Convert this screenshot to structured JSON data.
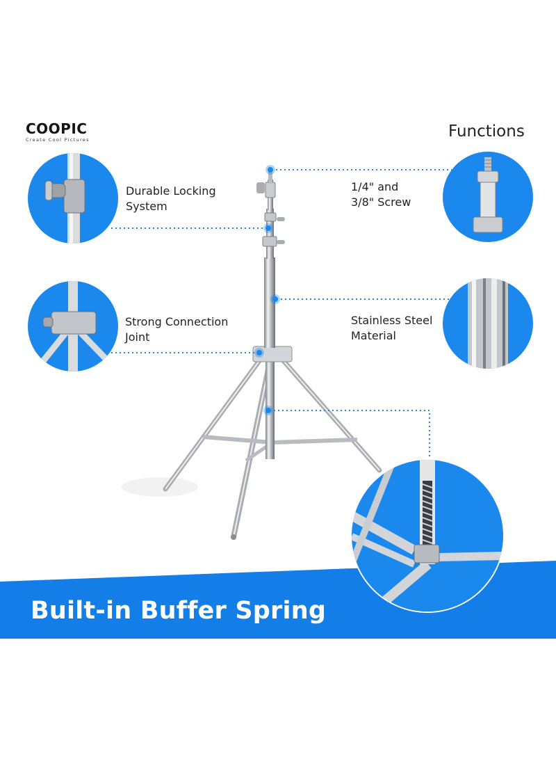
{
  "brand": {
    "name": "COOPIC",
    "tagline": "Create Cool Pictures"
  },
  "section_title": "Functions",
  "features": {
    "locking": {
      "line1": "Durable Locking",
      "line2": "System"
    },
    "screw": {
      "line1": "1/4\" and",
      "line2": "3/8\" Screw"
    },
    "joint": {
      "line1": "Strong Connection",
      "line2": "Joint"
    },
    "steel": {
      "line1": "Stainless Steel",
      "line2": "Material"
    }
  },
  "banner": {
    "text": "Built-in Buffer Spring"
  },
  "colors": {
    "accent_blue": "#1a88ec",
    "banner_blue": "#137de8",
    "leader_line": "#2b86c9",
    "steel": "#c9ccd0"
  },
  "icons": {
    "locking_closeup": "locking-knob-icon",
    "screw_closeup": "spigot-screw-icon",
    "joint_closeup": "tripod-joint-icon",
    "steel_closeup": "steel-tube-icon",
    "spring_closeup": "buffer-spring-icon"
  }
}
